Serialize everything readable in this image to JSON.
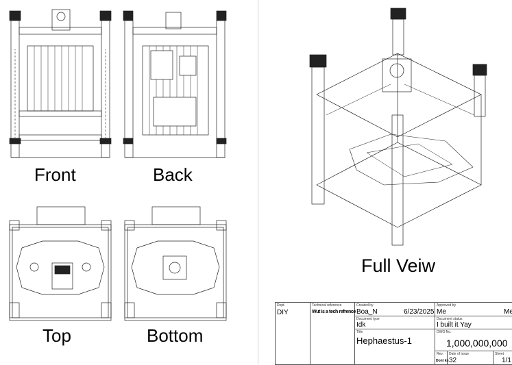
{
  "views": {
    "front": "Front",
    "back": "Back",
    "top": "Top",
    "bottom": "Bottom",
    "full": "Full Veiw"
  },
  "title_block": {
    "dept_caption": "Dept.",
    "dept": "DIY",
    "techref_caption": "Technical reference",
    "techref": "Wut is a tech refrence",
    "created_caption": "Created by",
    "created_by": "Boa_N",
    "created_date": "6/23/2025",
    "approved_caption": "Approved by",
    "approved_by": "Me",
    "approved_by_2": "Me",
    "doctype_caption": "Document type",
    "doctype": "Idk",
    "status_caption": "Document status",
    "status": "I built it Yay",
    "title_caption": "Title",
    "title": "Hephaestus-1",
    "dwg_caption": "DWG No.",
    "dwg_no": "1,000,000,000",
    "rev_caption": "Rev.",
    "rev": "Dont kn",
    "date_caption": "Date of issue",
    "date_of_issue": "32",
    "sheet_caption": "Sheet",
    "sheet": "1/1"
  }
}
